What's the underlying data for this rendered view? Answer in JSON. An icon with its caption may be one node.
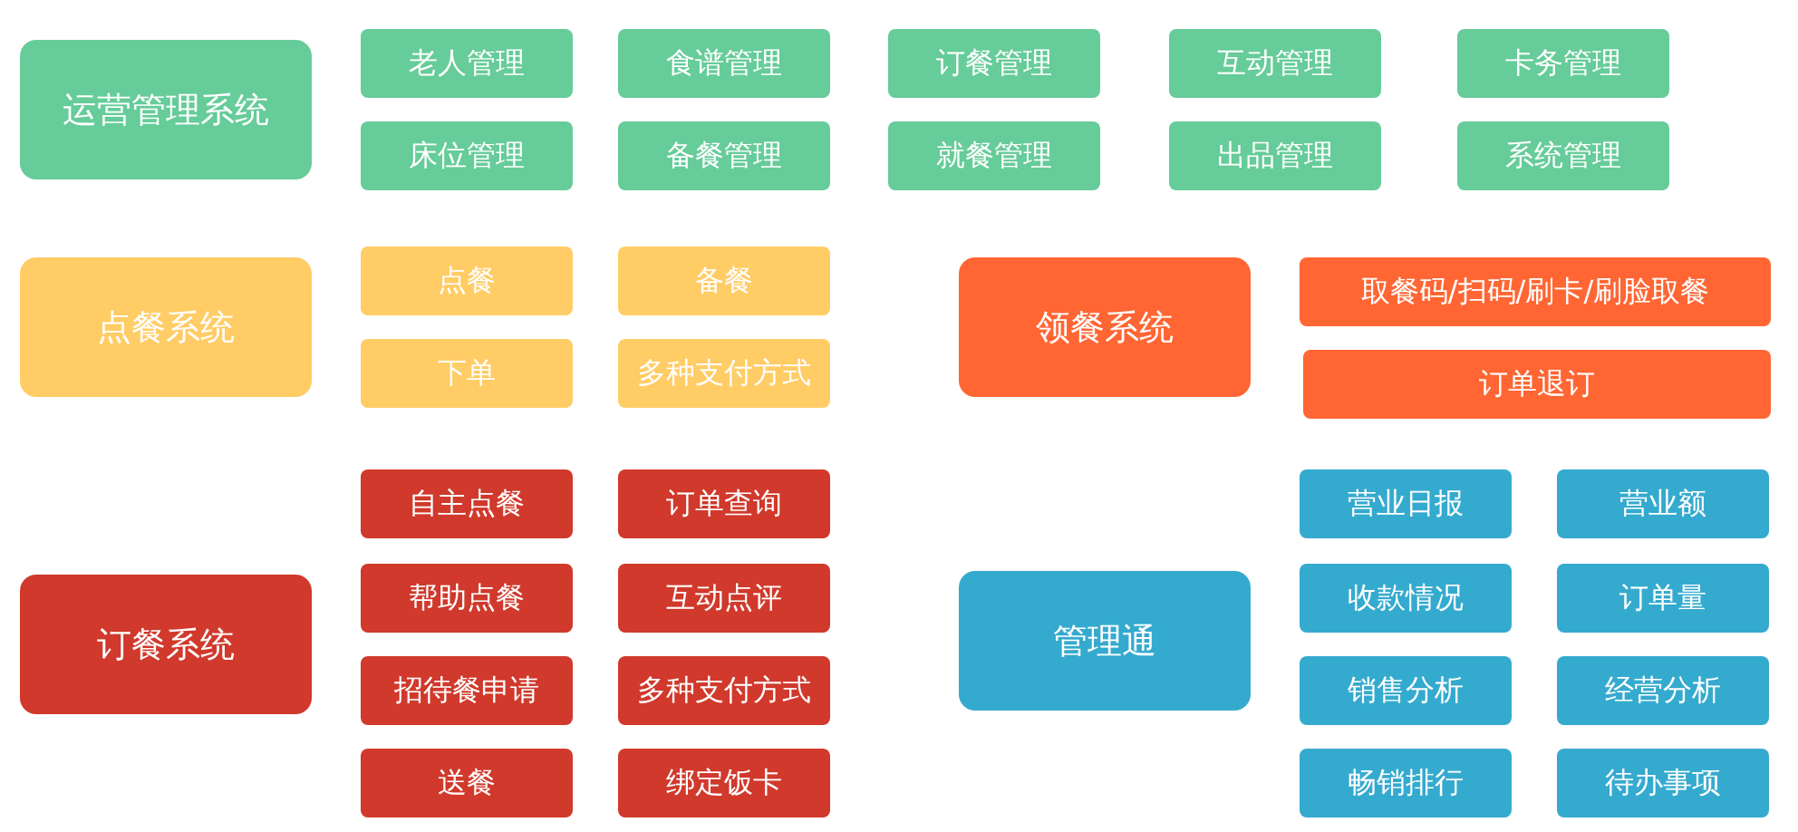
{
  "diagram": {
    "nodes": [
      {
        "text": [
          "运营管理系统"
        ]
      },
      {
        "text": [
          "老人管理"
        ]
      },
      {
        "text": [
          "食谱管理"
        ]
      },
      {
        "text": [
          "订餐管理"
        ]
      },
      {
        "text": [
          "互动管理"
        ]
      },
      {
        "text": [
          "卡务管理"
        ]
      },
      {
        "text": [
          "床位管理"
        ]
      },
      {
        "text": [
          "备餐管理"
        ]
      },
      {
        "text": [
          "就餐管理"
        ]
      },
      {
        "text": [
          "出品管理"
        ]
      },
      {
        "text": [
          "系统管理"
        ]
      },
      {
        "text": [
          "点餐系统"
        ]
      },
      {
        "text": [
          "点餐"
        ]
      },
      {
        "text": [
          "备餐"
        ]
      },
      {
        "text": [
          "下单"
        ]
      },
      {
        "text": [
          "多种支付方式"
        ]
      },
      {
        "text": [
          "领餐系统"
        ]
      },
      {
        "text": [
          "取餐码/扫码/刷卡/刷脸取餐"
        ]
      },
      {
        "text": [
          "订单退订"
        ]
      },
      {
        "text": [
          "订餐系统"
        ]
      },
      {
        "text": [
          "自主点餐"
        ]
      },
      {
        "text": [
          "订单查询"
        ]
      },
      {
        "text": [
          "帮助点餐"
        ]
      },
      {
        "text": [
          "互动点评"
        ]
      },
      {
        "text": [
          "招待餐申请"
        ]
      },
      {
        "text": [
          "多种支付方式"
        ]
      },
      {
        "text": [
          "送餐"
        ]
      },
      {
        "text": [
          "绑定饭卡"
        ]
      },
      {
        "text": [
          "管理通"
        ]
      },
      {
        "text": [
          "营业日报"
        ]
      },
      {
        "text": [
          "营业额"
        ]
      },
      {
        "text": [
          "收款情况"
        ]
      },
      {
        "text": [
          "订单量"
        ]
      },
      {
        "text": [
          "销售分析"
        ]
      },
      {
        "text": [
          "经营分析"
        ]
      },
      {
        "text": [
          "畅销排行"
        ]
      },
      {
        "text": [
          "待办事项"
        ]
      }
    ]
  }
}
